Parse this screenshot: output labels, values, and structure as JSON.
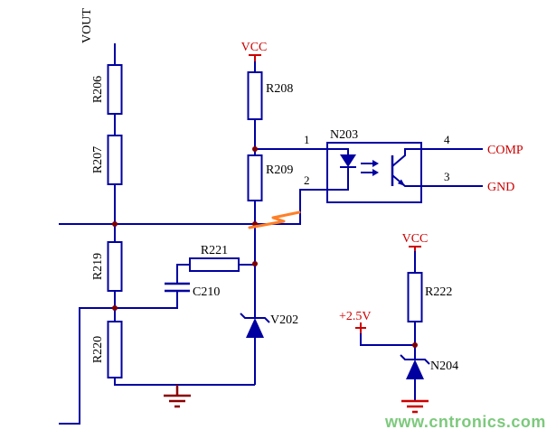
{
  "colors": {
    "wire": "#0000A0",
    "label": "#000000",
    "net": "#CC0000",
    "junction": "#800000",
    "ground_left": "#8B0000",
    "ground_right": "#CC0000",
    "highlight": "#FF7F27",
    "watermark": "#7CC97C",
    "background": "#FFFFFF"
  },
  "nets": {
    "vout": "VOUT",
    "vcc_top": "VCC",
    "vcc_right": "VCC",
    "ref_2v5": "+2.5V",
    "comp": "COMP",
    "gnd": "GND"
  },
  "components": {
    "r206": "R206",
    "r207": "R207",
    "r208": "R208",
    "r209": "R209",
    "r219": "R219",
    "r220": "R220",
    "r221": "R221",
    "r222": "R222",
    "c210": "C210",
    "v202": "V202",
    "n203": "N203",
    "n204": "N204"
  },
  "pins": {
    "pin1": "1",
    "pin2": "2",
    "pin3": "3",
    "pin4": "4"
  },
  "watermark": "www.cntronics.com"
}
